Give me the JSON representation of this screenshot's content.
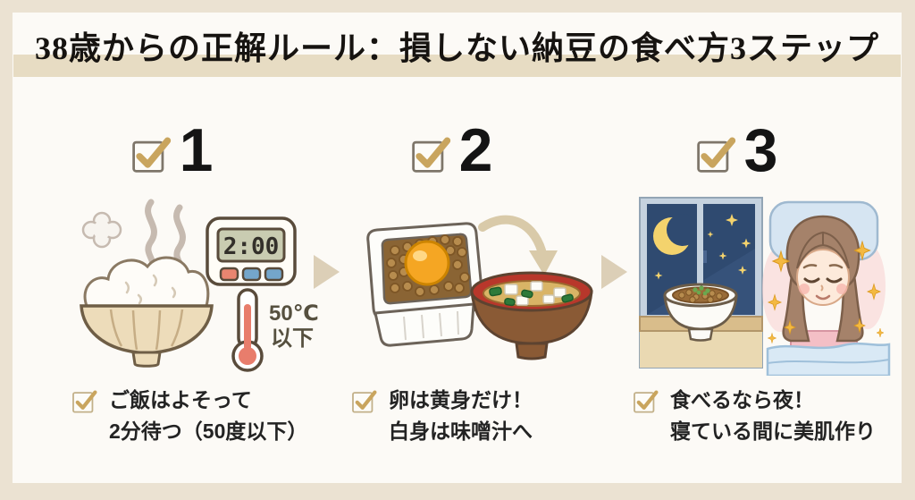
{
  "page": {
    "title": "38歳からの正解ルール：損しない納豆の食べ方3ステップ"
  },
  "steps": [
    {
      "number": "1",
      "checkbox_icon": "checked-checkbox-icon",
      "caption": {
        "line1": "ご飯はよそって",
        "line2": "2分待つ（50度以下）"
      },
      "art": {
        "name": "steaming-rice-bowl-timer-thermometer",
        "timer_display": "2:00",
        "thermo_label_1": "50℃",
        "thermo_label_2": "以下"
      }
    },
    {
      "number": "2",
      "checkbox_icon": "checked-checkbox-icon",
      "caption": {
        "line1": "卵は黄身だけ！",
        "line2": "白身は味噌汁へ"
      },
      "art": {
        "name": "natto-pack-egg-yolk-arrow-miso-soup"
      }
    },
    {
      "number": "3",
      "checkbox_icon": "checked-checkbox-icon",
      "caption": {
        "line1": "食べるなら夜！",
        "line2": "寝ている間に美肌作り"
      },
      "art": {
        "name": "night-window-natto-and-sleeping-woman"
      }
    }
  ],
  "colors": {
    "frame_bg": "#ebe2d2",
    "panel_bg": "#fcfaf6",
    "title_highlight": "#e7dcc3",
    "check_gold": "#c9a55e",
    "checkbox_border_dark": "#7e766a",
    "checkbox_border_light": "#c2b089",
    "arrow_beige": "#dccfb7",
    "timer_lcd": "#c9ccb1",
    "thermometer_red": "#e87d6c",
    "egg_yolk": "#f5a623",
    "night_sky": "#2f4a70",
    "moon_star_yellow": "#f4d36d",
    "sparkle_gold": "#f3b942"
  }
}
